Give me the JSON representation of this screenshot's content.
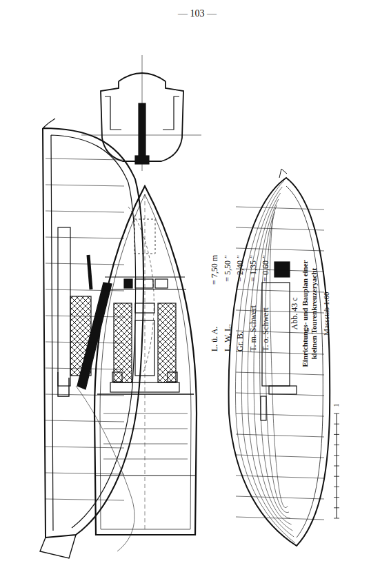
{
  "diagram": {
    "caption": "Einrichtungs- und Bauplan einer kleinen Tourenkreuzeryacht",
    "labels": [
      "— 103 —",
      "L. ü. A.",
      "= 7,50 m",
      "L. W. L.",
      "= 5,50 ″",
      "Gr. B.",
      "= 2,40 ″",
      "T. m. Schwert",
      "= 1,35 ″",
      "T. o. Schwert",
      "= 0,60 ″",
      "Abb. 43 c",
      "Massstab 1:60",
      "1"
    ]
  }
}
